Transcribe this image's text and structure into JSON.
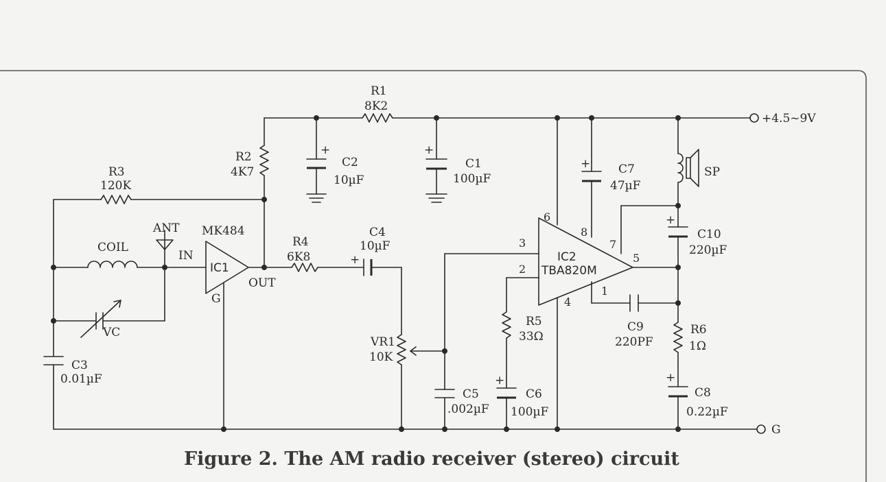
{
  "caption": "Figure 2. The AM radio receiver (stereo) circuit",
  "terminals": {
    "supply": "+4.5~9V",
    "ground": "G"
  },
  "components": {
    "r1": {
      "name": "R1",
      "value": "8K2"
    },
    "r2": {
      "name": "R2",
      "value": "4K7"
    },
    "r3": {
      "name": "R3",
      "value": "120K"
    },
    "r4": {
      "name": "R4",
      "value": "6K8"
    },
    "r5": {
      "name": "R5",
      "value": "33Ω"
    },
    "r6": {
      "name": "R6",
      "value": "1Ω"
    },
    "vr1": {
      "name": "VR1",
      "value": "10K"
    },
    "c1": {
      "name": "C1",
      "value": "100µF"
    },
    "c2": {
      "name": "C2",
      "value": "10µF"
    },
    "c3": {
      "name": "C3",
      "value": "0.01µF"
    },
    "c4": {
      "name": "C4",
      "value": "10µF"
    },
    "c5": {
      "name": "C5",
      "value": ".002µF"
    },
    "c6": {
      "name": "C6",
      "value": "100µF"
    },
    "c7": {
      "name": "C7",
      "value": "47µF"
    },
    "c8": {
      "name": "C8",
      "value": "0.22µF"
    },
    "c9": {
      "name": "C9",
      "value": "220PF"
    },
    "c10": {
      "name": "C10",
      "value": "220µF"
    },
    "coil": "COIL",
    "vc": "VC",
    "ant": "ANT",
    "sp": "SP",
    "ic1": {
      "part": "MK484",
      "name": "IC1",
      "in": "IN",
      "out": "OUT",
      "g": "G"
    },
    "ic2": {
      "name": "IC2",
      "part": "TBA820M",
      "pins": [
        "1",
        "2",
        "3",
        "4",
        "5",
        "6",
        "7",
        "8"
      ]
    }
  },
  "polarity": "+"
}
